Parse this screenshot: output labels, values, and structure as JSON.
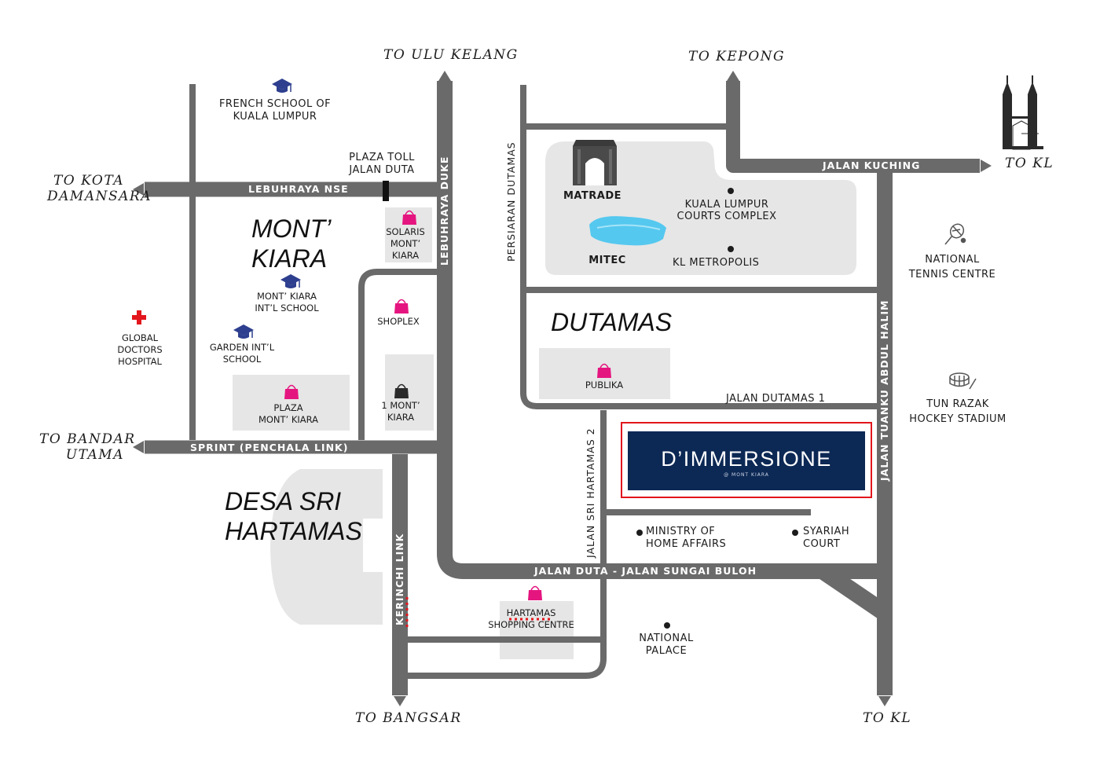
{
  "destinations": {
    "ulu_kelang": "TO ULU KELANG",
    "kepong": "TO KEPONG",
    "kl_east": "TO KL",
    "kota_damansara_1": "TO KOTA",
    "kota_damansara_2": "DAMANSARA",
    "bandar_utama_1": "TO BANDAR",
    "bandar_utama_2": "UTAMA",
    "bangsar": "TO BANGSAR",
    "kl_south": "TO KL"
  },
  "roads": {
    "nse": "LEBUHRAYA NSE",
    "duke": "LEBUHRAYA DUKE",
    "dutamas": "PERSIARAN DUTAMAS",
    "kuching": "JALAN KUCHING",
    "sprint": "SPRINT (PENCHALA LINK)",
    "kerinchi": "KERINCHI LINK",
    "sri_hartamas_2": "JALAN SRI HARTAMAS 2",
    "duta_sungai_buloh": "JALAN DUTA - JALAN SUNGAI BULOH",
    "dutamas_1": "JALAN DUTAMAS 1",
    "tuanku_abdul_halim": "JALAN TUANKU ABDUL HALIM"
  },
  "areas": {
    "mont_kiara_1": "MONT’",
    "mont_kiara_2": "KIARA",
    "dutamas": "DUTAMAS",
    "desa_sri_hartamas_1": "DESA SRI",
    "desa_sri_hartamas_2": "HARTAMAS"
  },
  "places": {
    "french_school_1": "FRENCH SCHOOL OF",
    "french_school_2": "KUALA LUMPUR",
    "plaza_toll_1": "PLAZA TOLL",
    "plaza_toll_2": "JALAN DUTA",
    "solaris_1": "SOLARIS",
    "solaris_2": "MONT’",
    "solaris_3": "KIARA",
    "mont_kiara_school_1": "MONT’ KIARA",
    "mont_kiara_school_2": "INT’L SCHOOL",
    "garden_school_1": "GARDEN INT’L",
    "garden_school_2": "SCHOOL",
    "global_doctors_1": "GLOBAL",
    "global_doctors_2": "DOCTORS",
    "global_doctors_3": "HOSPITAL",
    "shoplex": "SHOPLEX",
    "one_mont_kiara_1": "1 MONT’",
    "one_mont_kiara_2": "KIARA",
    "plaza_mont_kiara_1": "PLAZA",
    "plaza_mont_kiara_2": "MONT’ KIARA",
    "matrade": "MATRADE",
    "mitec": "MITEC",
    "courts_1": "KUALA LUMPUR",
    "courts_2": "COURTS COMPLEX",
    "kl_metropolis": "KL METROPOLIS",
    "publika": "PUBLIKA",
    "tennis_1": "NATIONAL",
    "tennis_2": "TENNIS CENTRE",
    "hockey_1": "TUN RAZAK",
    "hockey_2": "HOCKEY STADIUM",
    "ministry_1": "MINISTRY OF",
    "ministry_2": "HOME AFFAIRS",
    "syariah_1": "SYARIAH",
    "syariah_2": "COURT",
    "hartamas_1": "HARTAMAS",
    "hartamas_2": "SHOPPING CENTRE",
    "palace_1": "NATIONAL",
    "palace_2": "PALACE"
  },
  "project": {
    "name": "D’IMMERSIONE",
    "sub": "@ MONT KIARA"
  },
  "icons": {
    "school": "graduation-cap-icon",
    "mall": "shopping-bag-icon",
    "hospital": "red-cross-icon",
    "tennis": "tennis-racket-icon",
    "stadium": "stadium-icon",
    "landmark": "twin-towers-icon",
    "matrade": "arch-building-icon",
    "mitec": "mitec-building-icon"
  },
  "colors": {
    "road": "#6a6a6a",
    "block": "#e6e6e6",
    "mall": "#e5157f",
    "school": "#2e3f8f",
    "hospital": "#e2161c",
    "banner": "#0c2854",
    "banner_border": "#e2161c"
  }
}
